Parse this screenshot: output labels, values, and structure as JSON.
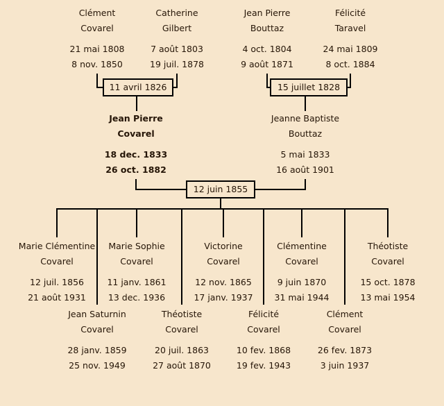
{
  "colors": {
    "background": "#f7e6cc",
    "line": "#000000",
    "text": "#251507"
  },
  "generation1": [
    {
      "first": "Clément",
      "last": "Covarel",
      "birth": "21 mai 1808",
      "death": "8 nov. 1850"
    },
    {
      "first": "Catherine",
      "last": "Gilbert",
      "birth": "7 août 1803",
      "death": "19 juil. 1878"
    },
    {
      "first": "Jean Pierre",
      "last": "Bouttaz",
      "birth": "4 oct. 1804",
      "death": "9 août 1871"
    },
    {
      "first": "Félicité",
      "last": "Taravel",
      "birth": "24 mai 1809",
      "death": "8 oct. 1884"
    }
  ],
  "marriages": [
    {
      "date": "11 avril 1826"
    },
    {
      "date": "15 juillet 1828"
    },
    {
      "date": "12 juin 1855"
    }
  ],
  "generation2": [
    {
      "first": "Jean Pierre",
      "last": "Covarel",
      "birth": "18 dec. 1833",
      "death": "26 oct. 1882"
    },
    {
      "first": "Jeanne Baptiste",
      "last": "Bouttaz",
      "birth": "5 mai 1833",
      "death": "16 août 1901"
    }
  ],
  "generation3_row1": [
    {
      "first": "Marie Clémentine",
      "last": "Covarel",
      "birth": "12 juil. 1856",
      "death": "21 août 1931"
    },
    {
      "first": "Marie Sophie",
      "last": "Covarel",
      "birth": "11 janv. 1861",
      "death": "13 dec. 1936"
    },
    {
      "first": "Victorine",
      "last": "Covarel",
      "birth": "12 nov. 1865",
      "death": "17 janv. 1937"
    },
    {
      "first": "Clémentine",
      "last": "Covarel",
      "birth": "9 juin 1870",
      "death": "31 mai 1944"
    },
    {
      "first": "Théotiste",
      "last": "Covarel",
      "birth": "15 oct. 1878",
      "death": "13 mai 1954"
    }
  ],
  "generation3_row2": [
    {
      "first": "Jean Saturnin",
      "last": "Covarel",
      "birth": "28 janv. 1859",
      "death": "25 nov. 1949"
    },
    {
      "first": "Théotiste",
      "last": "Covarel",
      "birth": "20 juil. 1863",
      "death": "27 août 1870"
    },
    {
      "first": "Félicité",
      "last": "Covarel",
      "birth": "10 fev. 1868",
      "death": "19 fev. 1943"
    },
    {
      "first": "Clément",
      "last": "Covarel",
      "birth": "26 fev. 1873",
      "death": "3 juin 1937"
    }
  ]
}
